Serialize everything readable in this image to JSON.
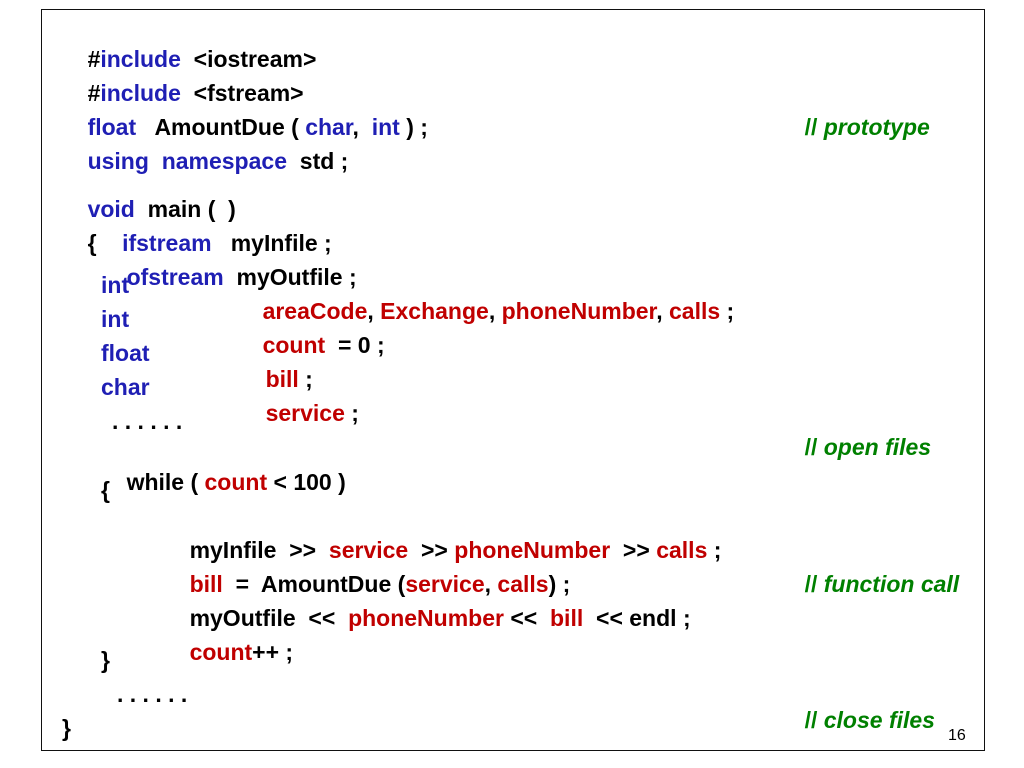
{
  "page_number": "16",
  "colors": {
    "keyword": "#1f1fb4",
    "variable": "#c00000",
    "comment": "#008000",
    "text": "#000000",
    "border": "#111111"
  },
  "code": {
    "include1": [
      "#",
      "include",
      "  <iostream>"
    ],
    "include2": [
      "#",
      "include",
      "  <fstream>"
    ],
    "proto": [
      "float",
      "   AmountDue ( ",
      "char",
      ",  ",
      "int",
      " ) ;"
    ],
    "proto_comment": [
      "// ",
      "prototype"
    ],
    "using": [
      "using",
      "  ",
      "namespace",
      "  std ;"
    ],
    "main": [
      "void",
      "  main (  )"
    ],
    "ifstream": [
      "{    ",
      "ifstream",
      "   myInfile ;"
    ],
    "ofstream": [
      "ofstream",
      "  myOutfile ;"
    ],
    "int1": [
      "int",
      "areaCode",
      ", ",
      "Exchange",
      ", ",
      "phoneNumber",
      ", ",
      "calls",
      " ;"
    ],
    "int2": [
      "int",
      "count",
      "  = 0 ;"
    ],
    "float": [
      "float",
      "bill",
      " ;"
    ],
    "char": [
      "char",
      "service",
      " ;"
    ],
    "dots1": ". . . . . .",
    "open_comment": [
      "// ",
      "open files"
    ],
    "while": [
      "while ( ",
      "count",
      " < 100 )"
    ],
    "brace_open": "{",
    "read": [
      "myInfile  >>  ",
      "service",
      "  >> ",
      "phoneNumber",
      "  >> ",
      "calls",
      " ;"
    ],
    "call": [
      "bill",
      "  =  AmountDue (",
      "service",
      ", ",
      "calls",
      ") ;"
    ],
    "call_comment": [
      "// ",
      "function call"
    ],
    "write": [
      "myOutfile  <<  ",
      "phoneNumber",
      " <<  ",
      "bill",
      "  << endl ;"
    ],
    "incr": [
      "count",
      "++ ;"
    ],
    "brace_close": "}",
    "dots2": ". . . . . .",
    "close_comment": [
      "// ",
      "close files"
    ],
    "main_close": "}"
  }
}
